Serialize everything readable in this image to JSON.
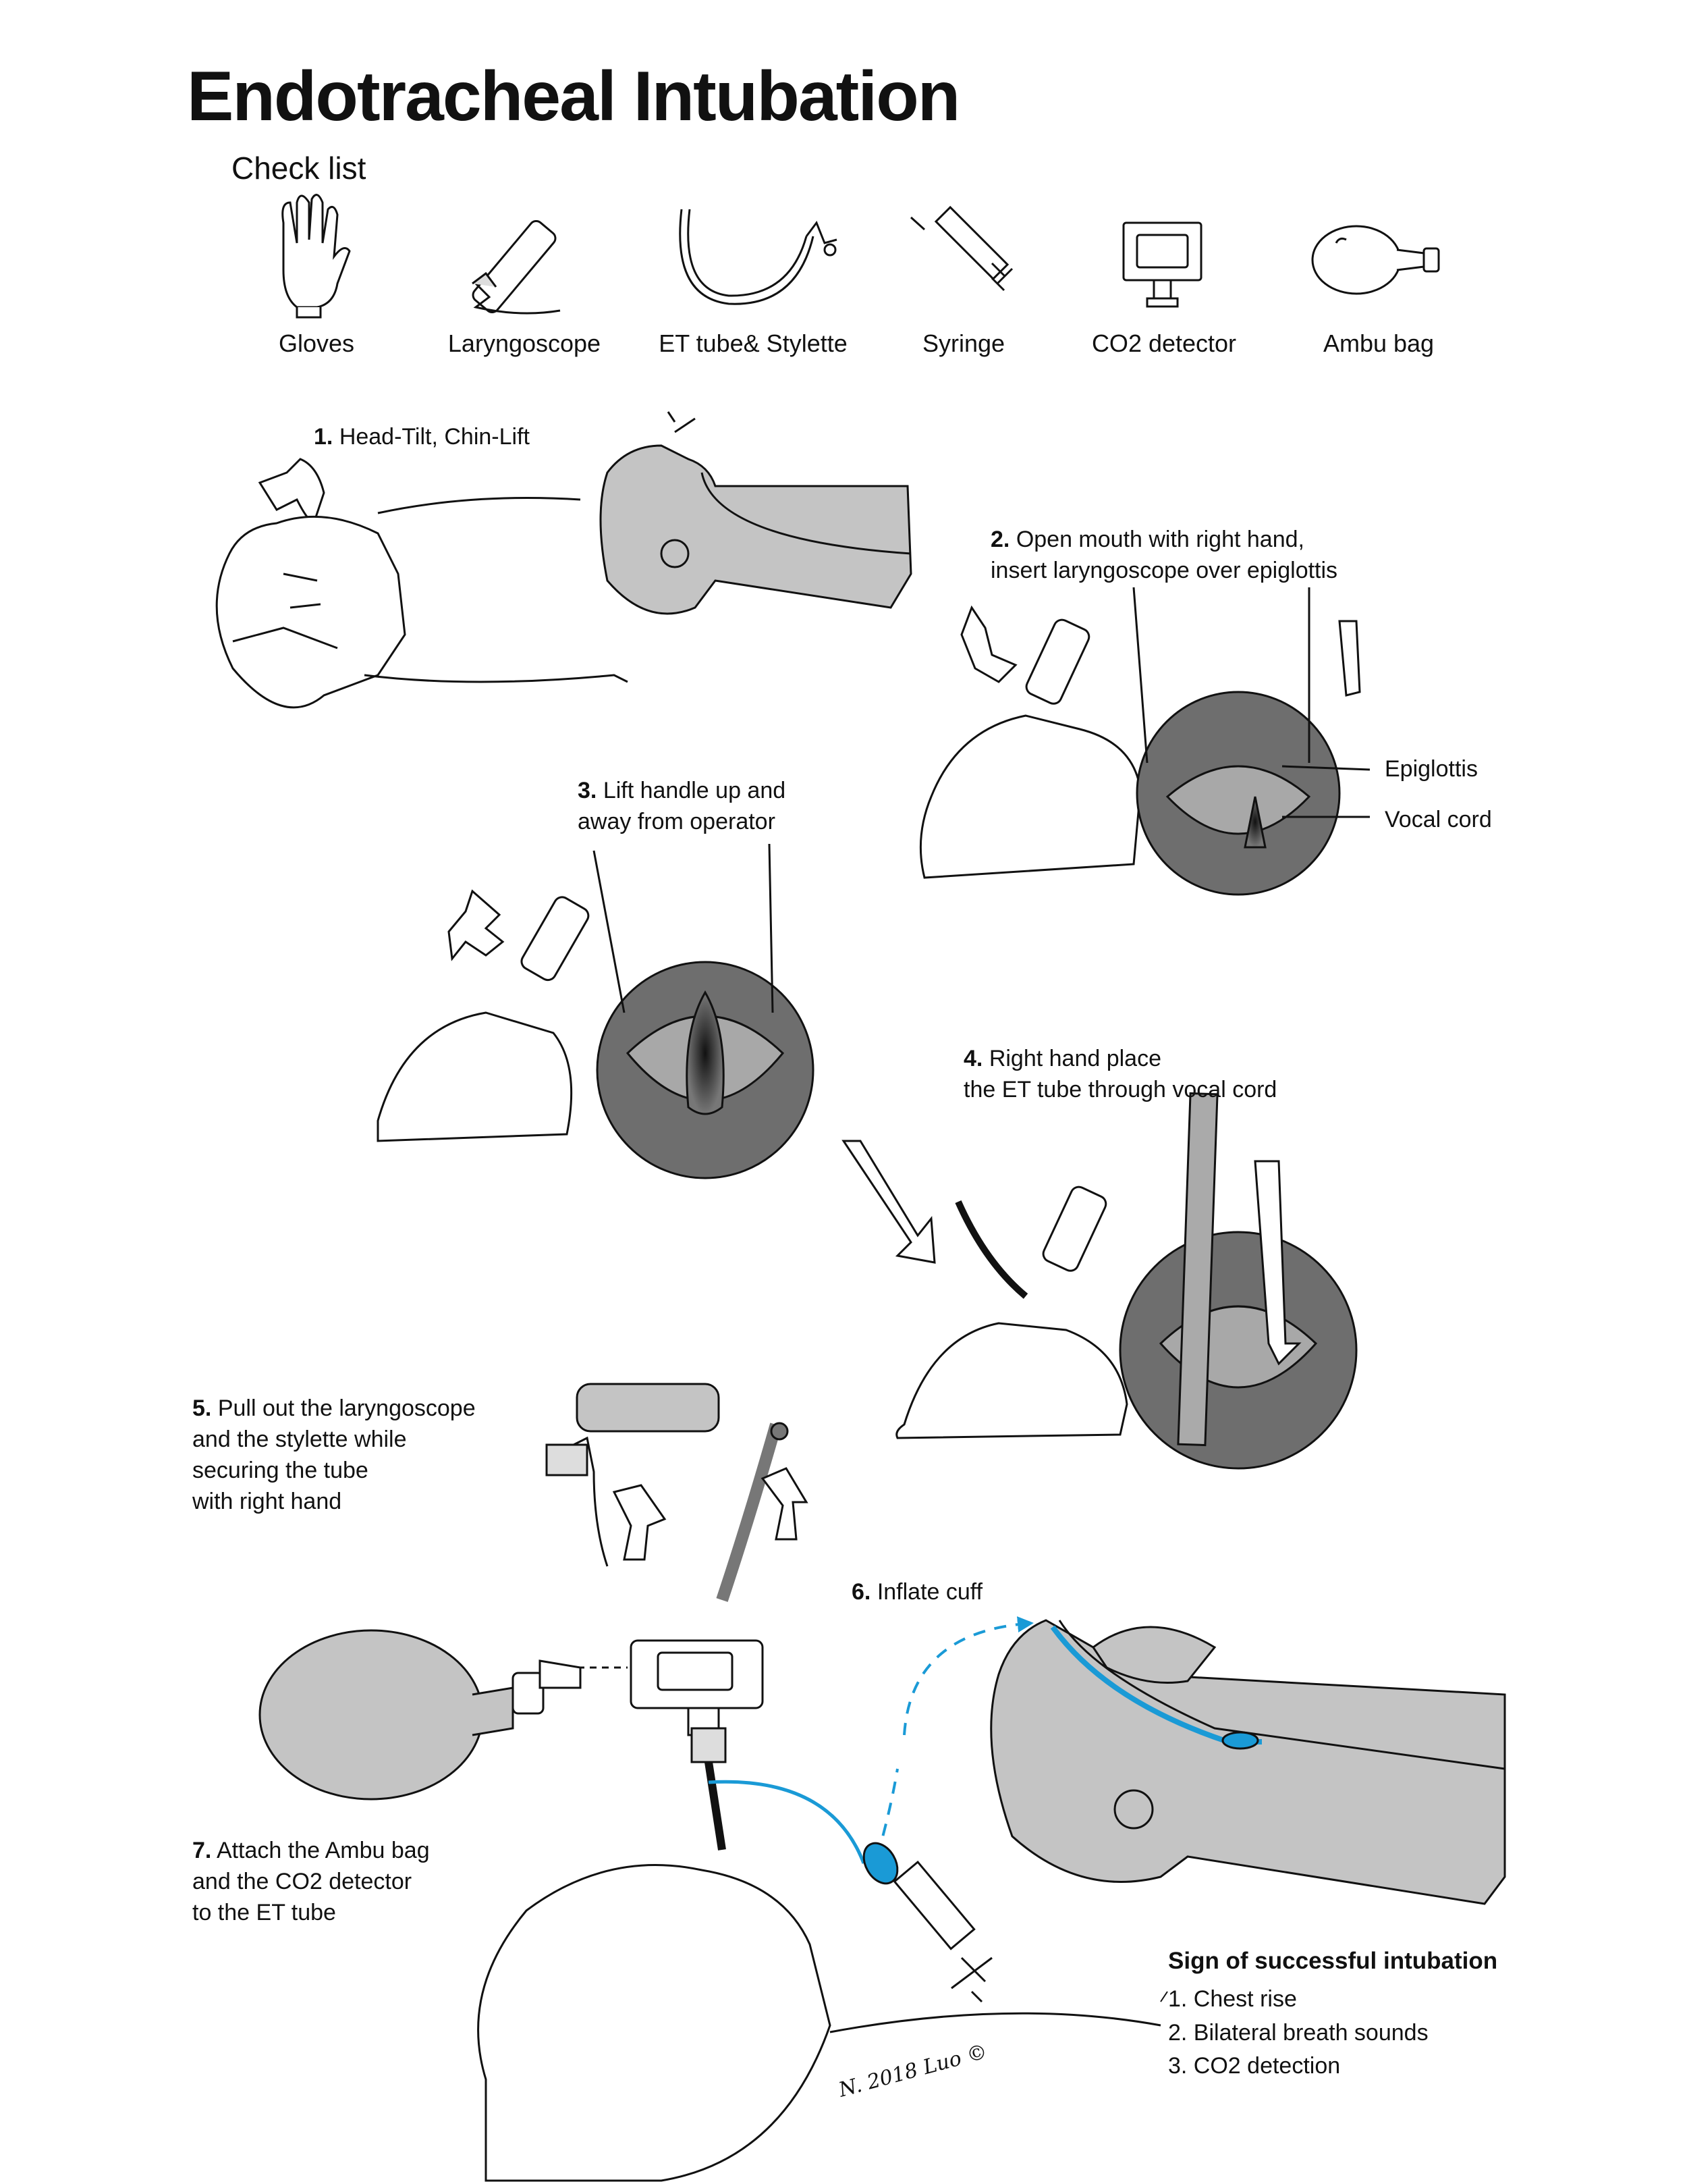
{
  "title": "Endotracheal Intubation",
  "checklist": {
    "title": "Check list",
    "items": [
      {
        "label": "Gloves",
        "icon": "gloves-icon"
      },
      {
        "label": "Laryngoscope",
        "icon": "laryngoscope-icon"
      },
      {
        "label": "ET tube& Stylette",
        "icon": "et-tube-icon"
      },
      {
        "label": "Syringe",
        "icon": "syringe-icon"
      },
      {
        "label": "CO2 detector",
        "icon": "co2-detector-icon"
      },
      {
        "label": "Ambu bag",
        "icon": "ambu-bag-icon"
      }
    ]
  },
  "steps": [
    {
      "num": "1.",
      "lines": [
        "Head-Tilt, Chin-Lift"
      ]
    },
    {
      "num": "2.",
      "lines": [
        "Open mouth with right hand,",
        "insert laryngoscope over epiglottis"
      ]
    },
    {
      "num": "3.",
      "lines": [
        "Lift handle up and",
        "away from operator"
      ]
    },
    {
      "num": "4.",
      "lines": [
        "Right hand place",
        "the ET tube through vocal cord"
      ]
    },
    {
      "num": "5.",
      "lines": [
        "Pull out the laryngoscope",
        "and the stylette while",
        "securing the tube",
        "with right hand"
      ]
    },
    {
      "num": "6.",
      "lines": [
        "Inflate cuff"
      ]
    },
    {
      "num": "7.",
      "lines": [
        "Attach the Ambu bag",
        "and the CO2 detector",
        "to the ET tube"
      ]
    }
  ],
  "anatomy_labels": {
    "epiglottis": "Epiglottis",
    "vocal_cord": "Vocal cord"
  },
  "signs": {
    "title": "Sign of successful intubation",
    "items": [
      "1. Chest rise",
      "2. Bilateral breath sounds",
      "3. CO2 detection"
    ]
  },
  "signature": "N. 2018 Luo ©",
  "colors": {
    "line": "#111111",
    "shade": "#c4c4c4",
    "dark_circle": "#6e6e6e",
    "accent_blue": "#1a9ad6"
  }
}
